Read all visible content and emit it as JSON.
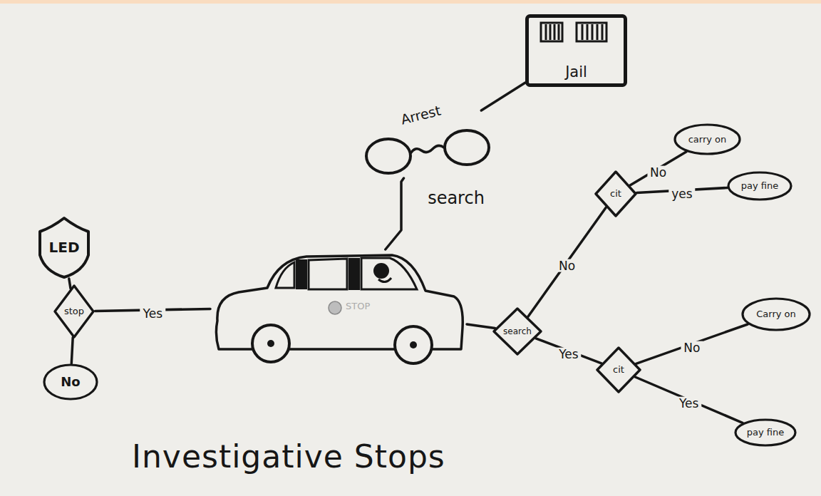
{
  "diagram": {
    "title": "Investigative Stops",
    "nodes": [
      {
        "text": [
          "LED"
        ]
      },
      {
        "text": [
          "stop"
        ]
      },
      {
        "text": [
          "No"
        ]
      },
      {
        "text": [
          "Jail"
        ]
      },
      {
        "text": [
          "Arrest"
        ]
      },
      {
        "text": [
          "STOP"
        ]
      },
      {
        "text": [
          "search"
        ]
      },
      {
        "text": [
          "cit"
        ]
      },
      {
        "text": [
          "carry on"
        ]
      },
      {
        "text": [
          "pay fine"
        ]
      },
      {
        "text": [
          "cit"
        ]
      },
      {
        "text": [
          "Carry on"
        ]
      },
      {
        "text": [
          "pay fine"
        ]
      }
    ],
    "edges": [
      {
        "from": 0,
        "to": 1,
        "arrow": "none"
      },
      {
        "from": 1,
        "to": 2,
        "arrow": "none"
      },
      {
        "from": 1,
        "to": 5,
        "label": "Yes",
        "arrow": "none"
      },
      {
        "from": 4,
        "to": 3,
        "arrow": "none"
      },
      {
        "from": 5,
        "to": 4,
        "label": "search",
        "arrow": "none"
      },
      {
        "from": 5,
        "to": 6,
        "arrow": "none"
      },
      {
        "from": 6,
        "to": 7,
        "label": "No",
        "arrow": "none"
      },
      {
        "from": 7,
        "to": 8,
        "label": "No",
        "arrow": "none"
      },
      {
        "from": 7,
        "to": 9,
        "label": "yes",
        "arrow": "none"
      },
      {
        "from": 6,
        "to": 10,
        "label": "Yes",
        "arrow": "none"
      },
      {
        "from": 10,
        "to": 11,
        "label": "No",
        "arrow": "none"
      },
      {
        "from": 10,
        "to": 12,
        "label": "Yes",
        "arrow": "none"
      }
    ]
  }
}
